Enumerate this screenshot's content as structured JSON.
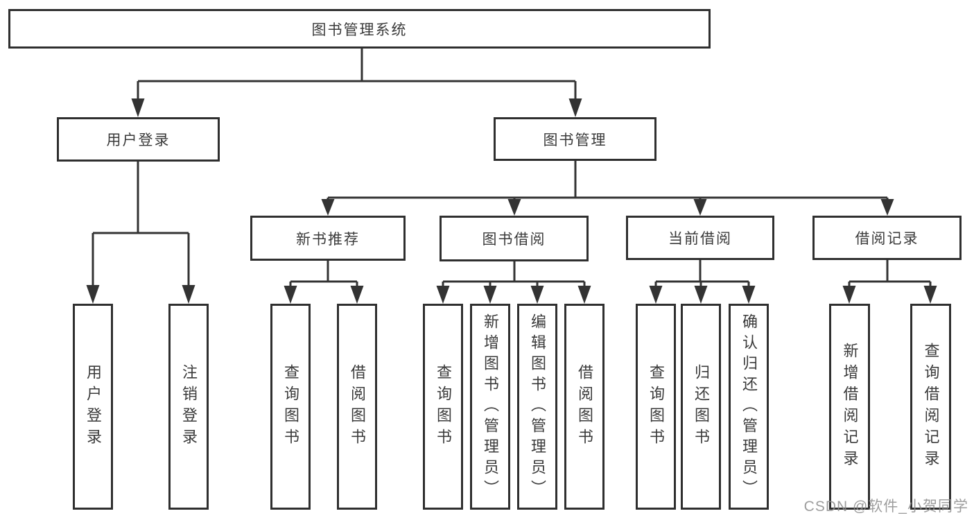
{
  "diagram": {
    "nodes": {
      "root": {
        "label": "图书管理系统"
      },
      "user_login": {
        "label": "用户登录"
      },
      "book_management": {
        "label": "图书管理"
      },
      "new_book_recommend": {
        "label": "新书推荐"
      },
      "book_borrowing": {
        "label": "图书借阅"
      },
      "current_borrowing": {
        "label": "当前借阅"
      },
      "borrowing_records": {
        "label": "借阅记录"
      },
      "leaf_user_login": {
        "label": "用户登录"
      },
      "leaf_logout": {
        "label": "注销登录"
      },
      "leaf_query_books_1": {
        "label": "查询图书"
      },
      "leaf_borrow_books_1": {
        "label": "借阅图书"
      },
      "leaf_query_books_2": {
        "label": "查询图书"
      },
      "leaf_add_books_admin": {
        "label": "新增图书（管理员）"
      },
      "leaf_edit_books_admin": {
        "label": "编辑图书（管理员）"
      },
      "leaf_borrow_books_2": {
        "label": "借阅图书"
      },
      "leaf_query_books_3": {
        "label": "查询图书"
      },
      "leaf_return_books": {
        "label": "归还图书"
      },
      "leaf_confirm_return_admin": {
        "label": "确认归还（管理员）"
      },
      "leaf_add_borrow_record": {
        "label": "新增借阅记录"
      },
      "leaf_query_borrow_record": {
        "label": "查询借阅记录"
      }
    },
    "colors": {
      "line": "#333333",
      "box_border": "#2f2f2f",
      "text": "#3a3a3a",
      "watermark": "#8c8c8c"
    }
  },
  "watermark": {
    "text": "CSDN @软件_小贺同学"
  }
}
